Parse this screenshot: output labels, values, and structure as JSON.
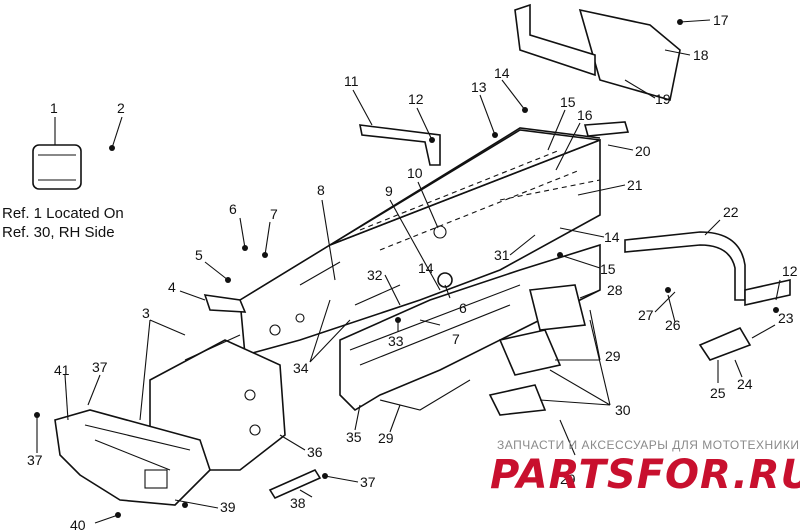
{
  "note": {
    "line1": "Ref. 1 Located On",
    "line2": "Ref. 30, RH Side"
  },
  "callouts": [
    "1",
    "2",
    "3",
    "4",
    "5",
    "6",
    "7",
    "8",
    "9",
    "10",
    "11",
    "12",
    "13",
    "14",
    "15",
    "16",
    "17",
    "18",
    "19",
    "20",
    "21",
    "22",
    "23",
    "24",
    "25",
    "26",
    "27",
    "28",
    "29",
    "30",
    "31",
    "32",
    "33",
    "34",
    "35",
    "36",
    "37",
    "38",
    "39",
    "40",
    "41"
  ],
  "watermark": {
    "tagline": "ЗАПЧАСТИ И АКСЕССУАРЫ ДЛЯ МОТОТЕХНИКИ",
    "brand": "PARTSFOR.RU",
    "color": "#c8102e"
  }
}
